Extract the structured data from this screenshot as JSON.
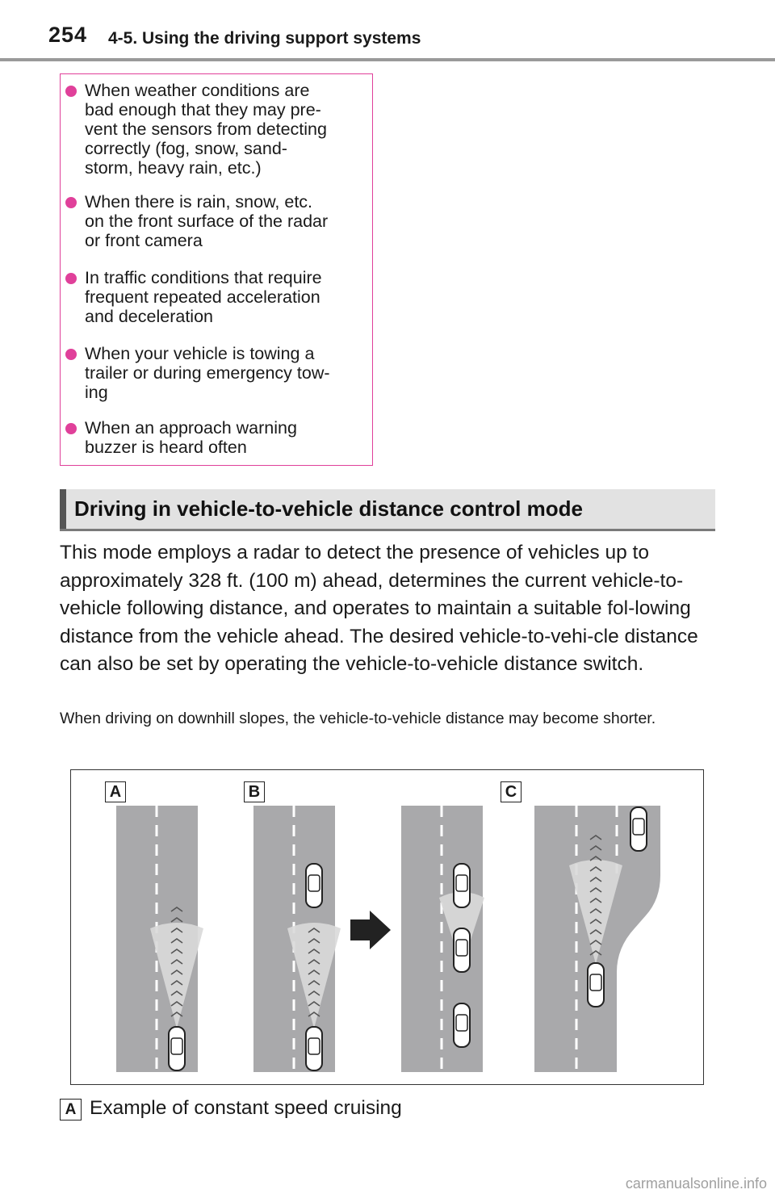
{
  "header": {
    "page_number": "254",
    "section_title": "4-5. Using the driving support systems"
  },
  "conditions_box": {
    "items": [
      "When weather conditions are\nbad enough that they may pre-\nvent the sensors from detecting\ncorrectly (fog, snow, sand-\nstorm, heavy rain, etc.)",
      "When there is rain, snow, etc.\non the front surface of the radar\nor front camera",
      "In traffic conditions that require\nfrequent repeated acceleration\nand deceleration",
      "When your vehicle is towing a\ntrailer or during emergency tow-\ning",
      "When an approach warning\nbuzzer is heard often"
    ],
    "accent_color": "#e0409a"
  },
  "section": {
    "heading": "Driving in vehicle-to-vehicle distance control mode",
    "body": "This mode employs a radar to detect the presence of vehicles up to approximately 328 ft. (100 m) ahead, determines the current vehicle-to-vehicle following distance, and operates to maintain a suitable fol-lowing distance from the vehicle ahead. The desired vehicle-to-vehi-cle distance can also be set by operating the vehicle-to-vehicle distance switch.",
    "note": "When driving on downhill slopes, the vehicle-to-vehicle distance may become shorter."
  },
  "figure": {
    "labels": [
      "A",
      "B",
      "C"
    ],
    "road_color": "#a9a9ab"
  },
  "caption": {
    "label": "A",
    "text": "Example of constant speed cruising"
  },
  "watermark": "carmanualsonline.info"
}
